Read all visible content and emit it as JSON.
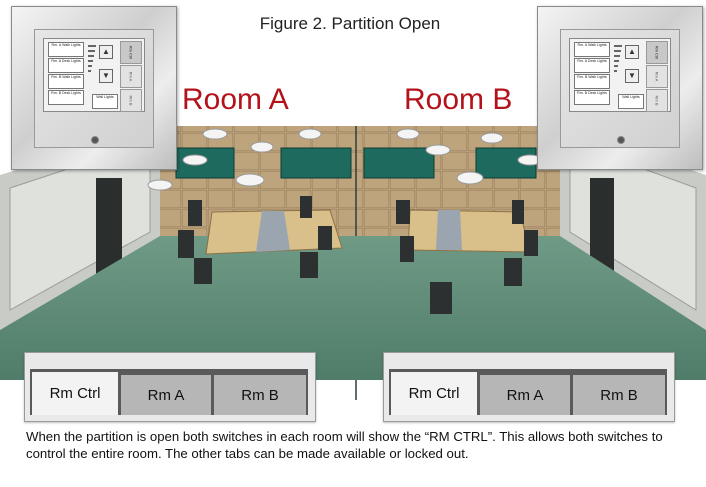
{
  "figure_title": "Figure 2. Partition Open",
  "rooms": [
    {
      "label": "Room A"
    },
    {
      "label": "Room B"
    }
  ],
  "keypads": [
    {
      "buttons": [
        "Rm. A Walk Lights",
        "Rm. A Desk Lights",
        "Rm. B Walk Lights",
        "Rm. B Desk Lights"
      ],
      "wall_button": "Wall Lights",
      "side_tabs": [
        "Rm Ctrl",
        "Rm A",
        "Rm B"
      ]
    },
    {
      "buttons": [
        "Rm. A Walk Lights",
        "Rm. A Desk Lights",
        "Rm. B Walk Lights",
        "Rm. B Desk Lights"
      ],
      "wall_button": "Wall Lights",
      "side_tabs": [
        "Rm Ctrl",
        "Rm A",
        "Rm B"
      ]
    }
  ],
  "tab_panels": [
    {
      "tabs": [
        "Rm Ctrl",
        "Rm A",
        "Rm B"
      ],
      "active": "Rm Ctrl"
    },
    {
      "tabs": [
        "Rm Ctrl",
        "Rm A",
        "Rm B"
      ],
      "active": "Rm Ctrl"
    }
  ],
  "caption": "When the partition is open both switches in each room will show the “RM CTRL”. This allows both switches to control the entire room. The other tabs can be made available or locked out.",
  "colors": {
    "room_label": "#b3121a",
    "floor": "#5f8a78",
    "panel_teal": "#1f6a5f",
    "table_wood": "#d9bf8a"
  }
}
